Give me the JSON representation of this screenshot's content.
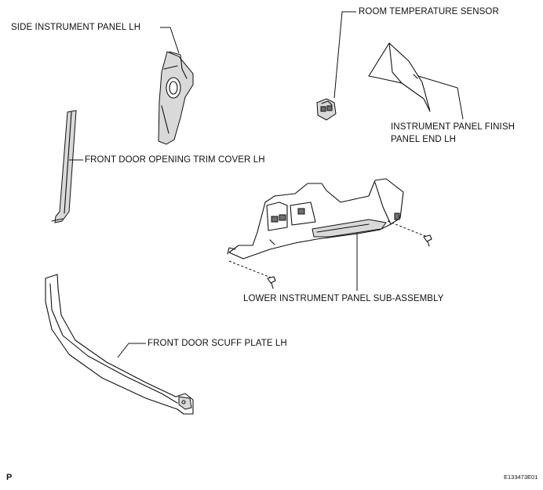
{
  "labels": {
    "room_temperature_sensor": "ROOM TEMPERATURE SENSOR",
    "side_instrument_panel_lh": "SIDE INSTRUMENT PANEL LH",
    "instrument_panel_finish_line1": "INSTRUMENT PANEL FINISH",
    "instrument_panel_finish_line2": "PANEL END LH",
    "front_door_opening_trim_cover_lh": "FRONT DOOR OPENING TRIM COVER LH",
    "lower_instrument_panel_sub_assembly": "LOWER INSTRUMENT PANEL SUB-ASSEMBLY",
    "front_door_scuff_plate_lh": "FRONT DOOR SCUFF PLATE LH"
  },
  "corner": {
    "page_mark": "P",
    "figure_id": "E133473E01"
  }
}
